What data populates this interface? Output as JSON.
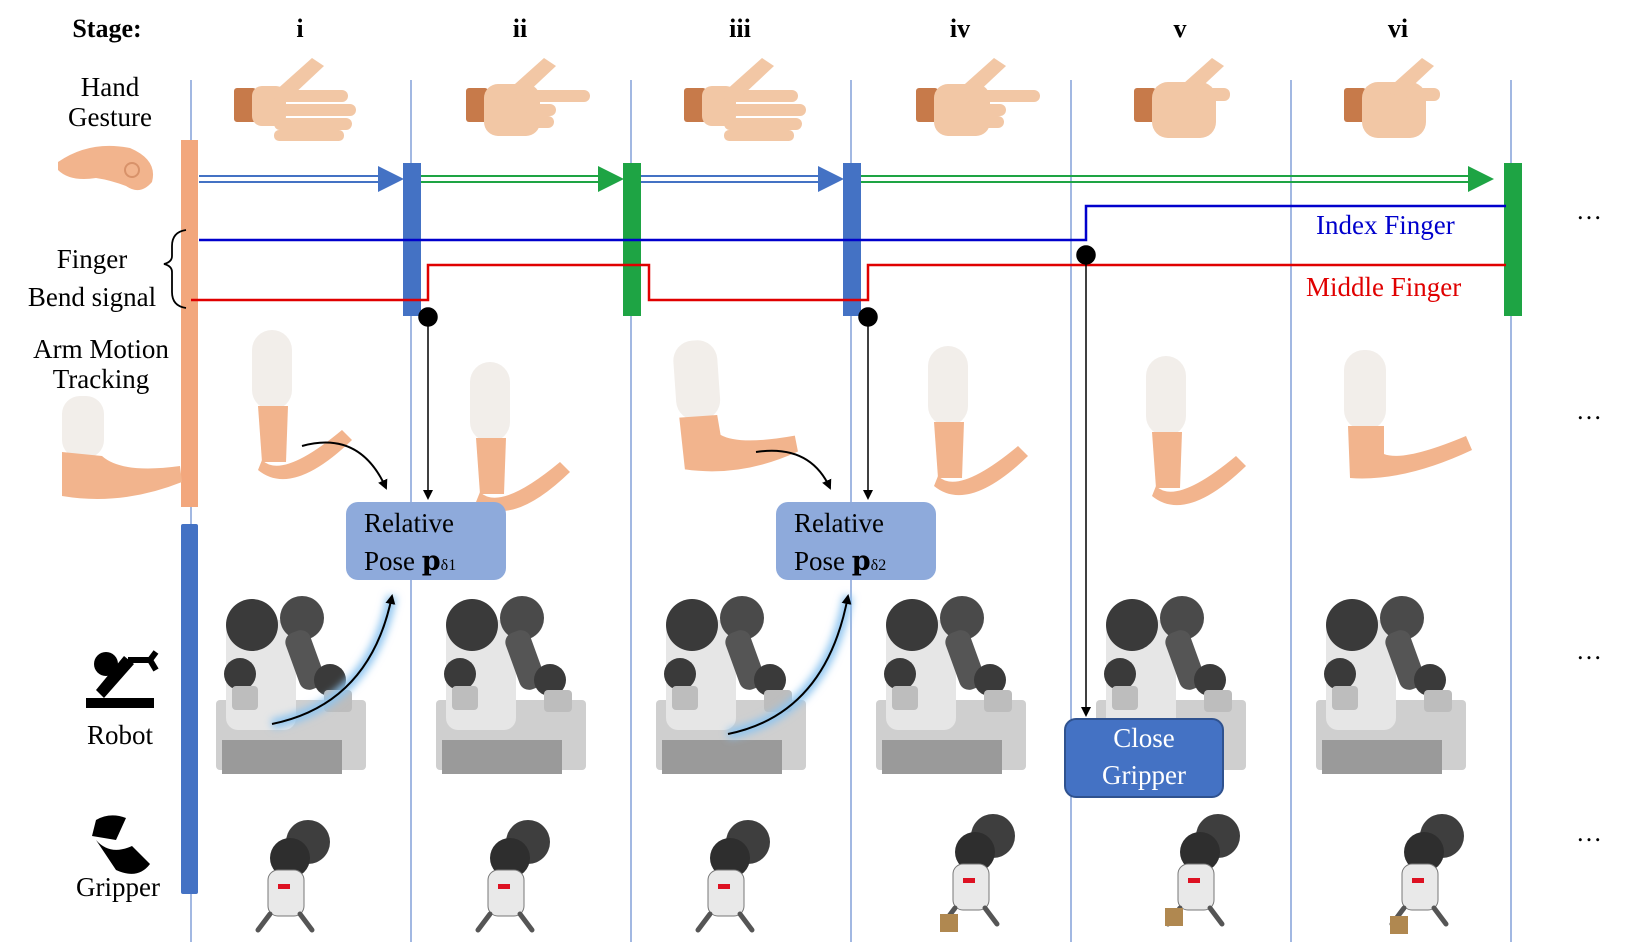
{
  "stage_header": "Stage:",
  "stages": [
    "i",
    "ii",
    "iii",
    "iv",
    "v",
    "vi"
  ],
  "rows": {
    "hand_gesture": [
      "Hand",
      "Gesture"
    ],
    "finger_bend": [
      "Finger",
      "Bend signal"
    ],
    "arm_motion": [
      "Arm Motion",
      "Tracking"
    ],
    "robot": "Robot",
    "gripper": "Gripper"
  },
  "signals": {
    "index": "Index Finger",
    "middle": "Middle Finger"
  },
  "boxes": {
    "relative_pose_1": {
      "line1": "Relative",
      "line2": "Pose",
      "symbol": "p",
      "subscript": "δ1"
    },
    "relative_pose_2": {
      "line1": "Relative",
      "line2": "Pose",
      "symbol": "p",
      "subscript": "δ2"
    },
    "close_gripper": {
      "line1": "Close",
      "line2": "Gripper"
    }
  },
  "ellipsis": "…",
  "colors": {
    "index_signal": "#0000cc",
    "middle_signal": "#e00000",
    "blue_bar": "#4472c4",
    "green_bar": "#1ea444",
    "skin": "#f2b48d",
    "skin_light": "#f7d3bc",
    "sleeve": "#f2eeea",
    "relative_box": "#8eaadb",
    "close_box": "#4472c4",
    "robot_dark": "#3a3a3a",
    "robot_light": "#d9d9d9"
  }
}
